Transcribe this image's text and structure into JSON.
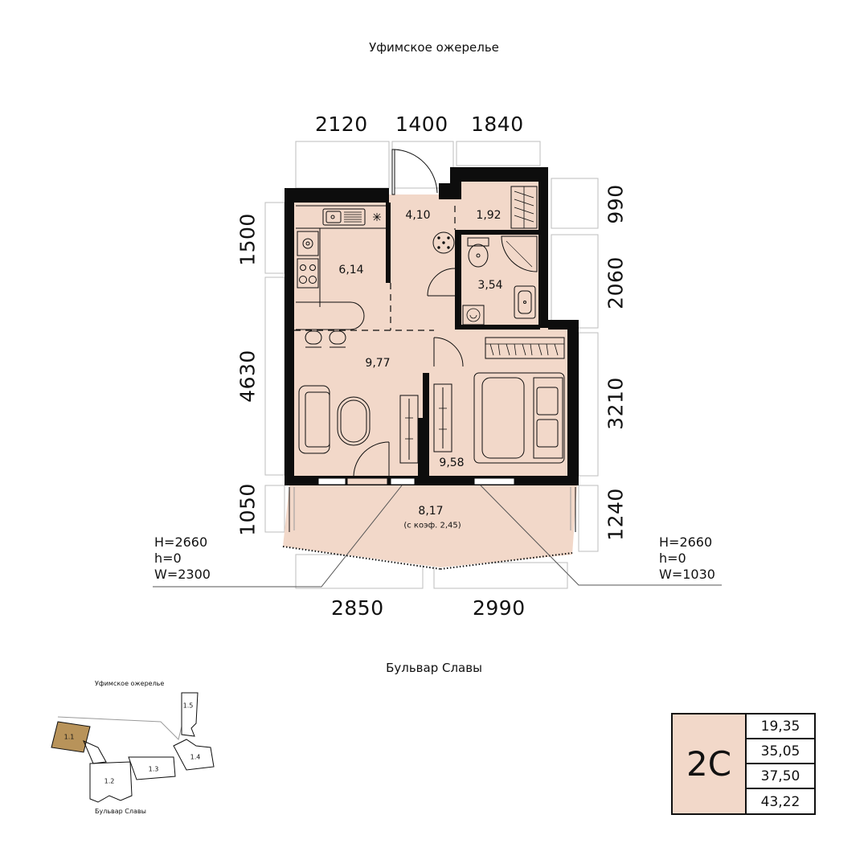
{
  "streets": {
    "top": "Уфимское ожерелье",
    "bottom": "Бульвар Славы"
  },
  "dimensions": {
    "top": [
      "2120",
      "1400",
      "1840"
    ],
    "bottom": [
      "2850",
      "2990"
    ],
    "left": [
      "1500",
      "4630",
      "1050"
    ],
    "right": [
      "990",
      "2060",
      "3210",
      "1240"
    ]
  },
  "rooms": {
    "kitchen": "6,14",
    "hall": "4,10",
    "storage": "1,92",
    "bathroom": "3,54",
    "living": "9,77",
    "bedroom": "9,58",
    "balcony": "8,17",
    "balcony_coef": "(с коэф. 2,45)"
  },
  "windows": {
    "left": [
      "H=2660",
      "h=0",
      "W=2300"
    ],
    "right": [
      "H=2660",
      "h=0",
      "W=1030"
    ]
  },
  "apartment": {
    "code": "2С",
    "areas": [
      "19,35",
      "35,05",
      "37,50",
      "43,22"
    ]
  },
  "site_plan": {
    "top_street": "Уфимское ожерелье",
    "bottom_street": "Бульвар Славы",
    "sections": [
      "1.1",
      "1.2",
      "1.3",
      "1.4",
      "1.5"
    ]
  },
  "colors": {
    "floor": "#f2d8c9",
    "wall": "#0d0d0d",
    "highlight_section": "#b8935a"
  }
}
